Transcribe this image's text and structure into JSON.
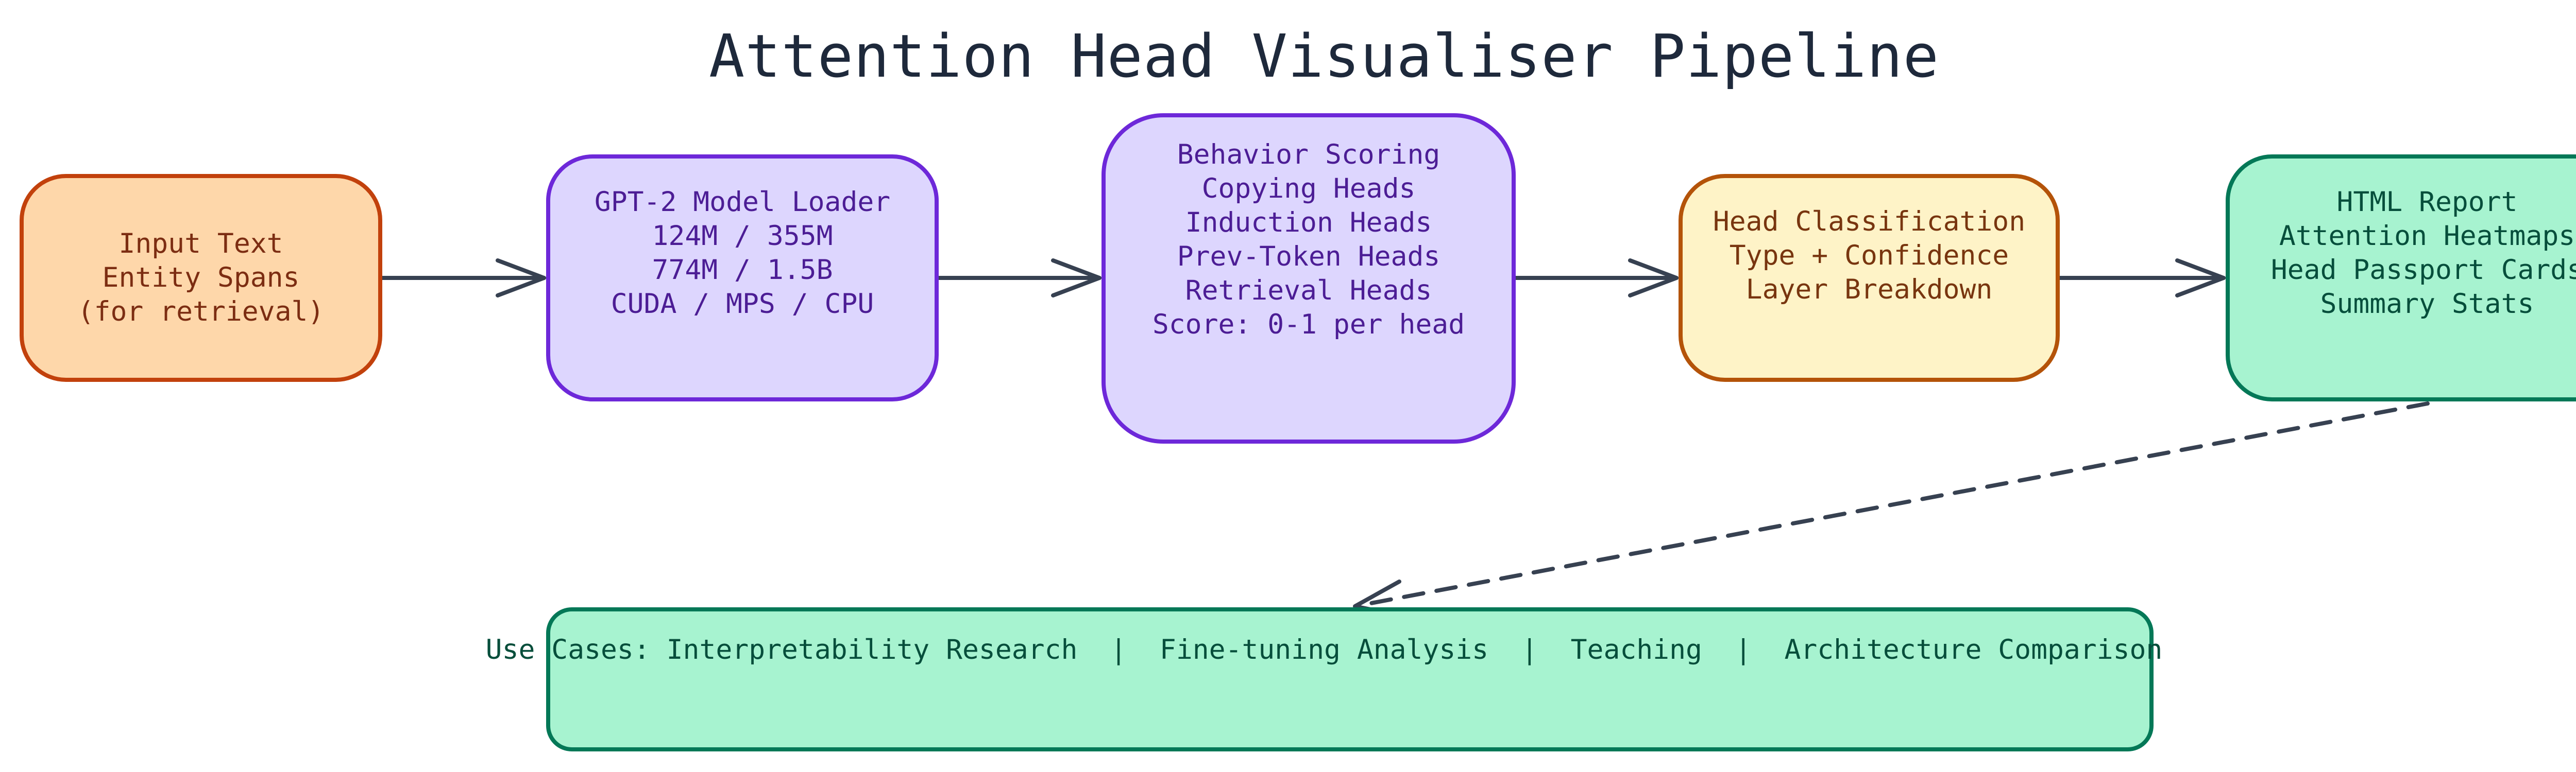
{
  "title": "Attention Head Visualiser Pipeline",
  "nodes": {
    "input": {
      "lines": [
        "Input Text",
        "Entity Spans",
        "(for retrieval)"
      ]
    },
    "loader": {
      "lines": [
        "GPT-2 Model Loader",
        "124M / 355M",
        "774M / 1.5B",
        "CUDA / MPS / CPU"
      ]
    },
    "scoring": {
      "lines": [
        "Behavior Scoring",
        "Copying Heads",
        "Induction Heads",
        "Prev-Token Heads",
        "Retrieval Heads",
        "Score: 0-1 per head"
      ]
    },
    "classification": {
      "lines": [
        "Head Classification",
        "Type + Confidence",
        "Layer Breakdown"
      ]
    },
    "report": {
      "lines": [
        "HTML Report",
        "Attention Heatmaps",
        "Head Passport Cards",
        "Summary Stats"
      ]
    }
  },
  "use_cases": {
    "text": "Use Cases: Interpretability Research  |  Fine-tuning Analysis  |  Teaching  |  Architecture Comparison"
  },
  "colors": {
    "input_fill": "#fed7aa",
    "input_border": "#c2410c",
    "process_fill": "#ddd6fe",
    "process_border": "#6d28d9",
    "classify_fill": "#fef3c7",
    "classify_border": "#b45309",
    "output_fill": "#a7f3d0",
    "output_border": "#047857",
    "arrow": "#374151"
  },
  "edges": [
    {
      "from": "input",
      "to": "loader",
      "style": "solid"
    },
    {
      "from": "loader",
      "to": "scoring",
      "style": "solid"
    },
    {
      "from": "scoring",
      "to": "classification",
      "style": "solid"
    },
    {
      "from": "classification",
      "to": "report",
      "style": "solid"
    },
    {
      "from": "report",
      "to": "use_cases",
      "style": "dashed"
    }
  ]
}
